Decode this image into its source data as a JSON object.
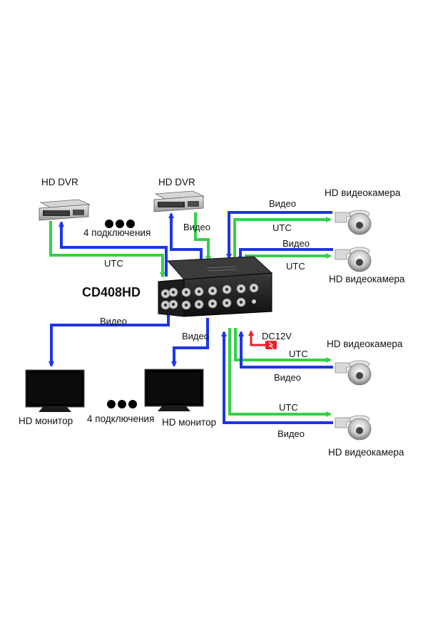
{
  "device": {
    "model": "CD408HD",
    "power_label": "DC12V"
  },
  "dvr": {
    "label": "HD DVR",
    "connections": "4 подключения"
  },
  "camera": {
    "label": "HD видеокамера"
  },
  "monitor": {
    "label": "HD монитор",
    "connections": "4 подключения"
  },
  "signals": {
    "video": "Видео",
    "utc": "UTC"
  },
  "colors": {
    "video_line": "#1d35e8",
    "utc_line": "#35d04a",
    "power_line": "#e8202a"
  },
  "icons": [
    "dvr-server-icon",
    "ptz-dome-camera-icon",
    "lcd-monitor-icon",
    "power-plug-icon",
    "ellipsis-dots-icon"
  ]
}
